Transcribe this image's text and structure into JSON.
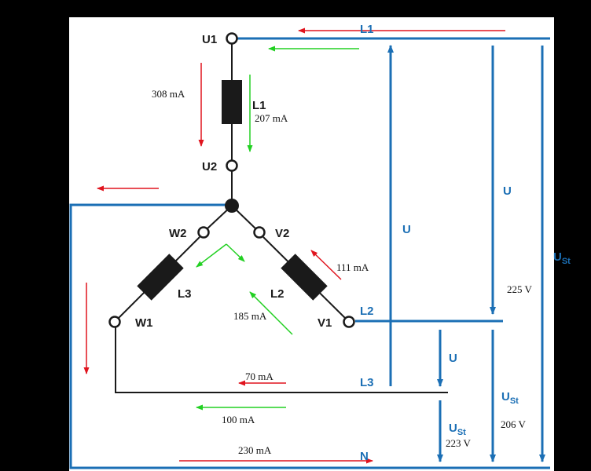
{
  "colors": {
    "background": "#000000",
    "canvas": "#ffffff",
    "wire_blue": "#1b6fb5",
    "wire_black": "#1a1a1a",
    "arrow_red": "#e0141e",
    "arrow_green": "#22d022"
  },
  "terminals": {
    "u1": "U1",
    "u2": "U2",
    "v1": "V1",
    "v2": "V2",
    "w1": "W1",
    "w2": "W2"
  },
  "coils": {
    "l1": "L1",
    "l2": "L2",
    "l3": "L3"
  },
  "lines": {
    "l1": "L1",
    "l2": "L2",
    "l3": "L3",
    "n": "N"
  },
  "voltages": {
    "u": "U",
    "ust_main": "U",
    "ust_sub": "St",
    "v225": "225 V",
    "v206": "206 V",
    "v223": "223 V"
  },
  "currents": {
    "a308": "308 mA",
    "a207": "207 mA",
    "a111": "111 mA",
    "a185": "185 mA",
    "a70": "70 mA",
    "a100": "100 mA",
    "a230": "230 mA"
  }
}
